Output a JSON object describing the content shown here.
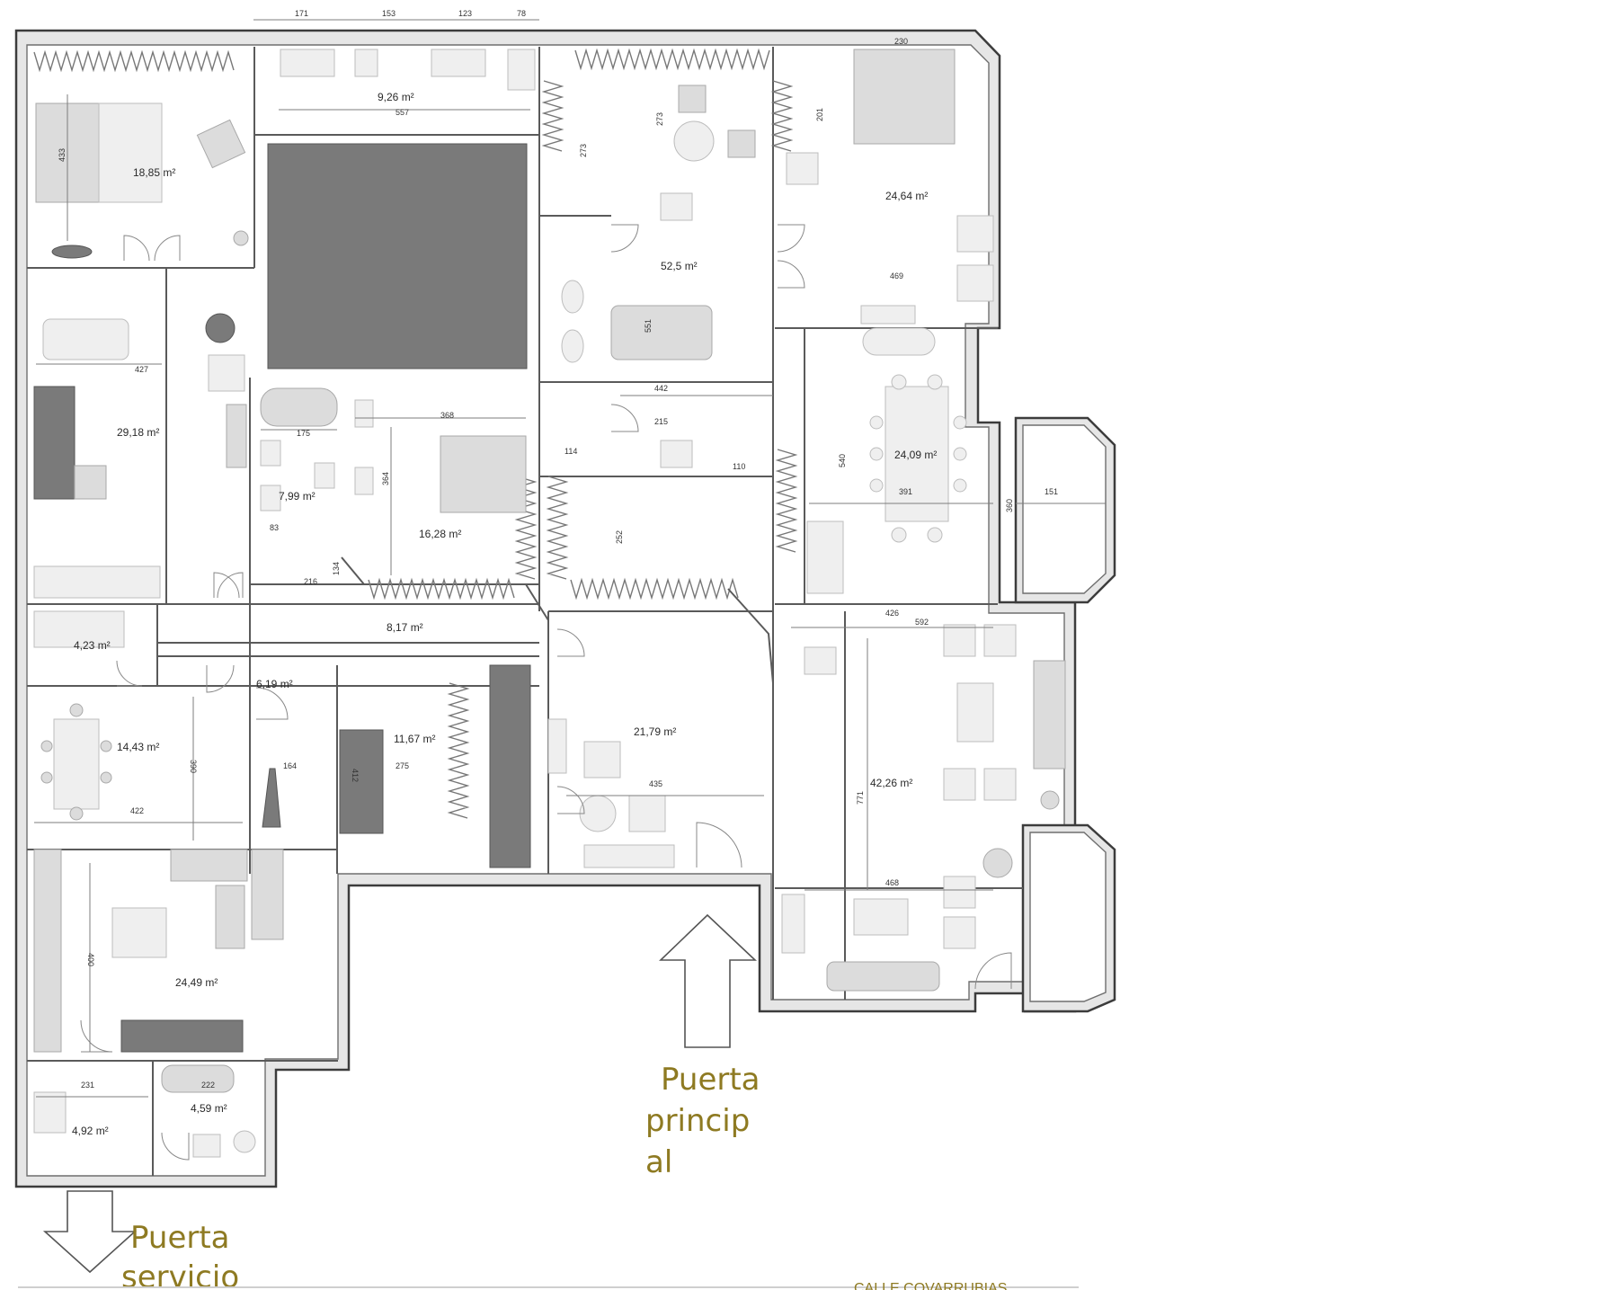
{
  "plan": {
    "areas": {
      "r_18_85": "18,85 m²",
      "r_9_26": "9,26 m²",
      "r_52_5": "52,5 m²",
      "r_24_64": "24,64 m²",
      "r_29_18": "29,18 m²",
      "r_7_99": "7,99 m²",
      "r_16_28": "16,28 m²",
      "r_24_09": "24,09 m²",
      "r_4_23": "4,23 m²",
      "r_8_17": "8,17 m²",
      "r_6_19": "6,19 m²",
      "r_14_43": "14,43 m²",
      "r_11_67": "11,67 m²",
      "r_21_79": "21,79 m²",
      "r_42_26": "42,26 m²",
      "r_24_49": "24,49 m²",
      "r_4_59": "4,59 m²",
      "r_4_92": "4,92 m²"
    },
    "dims": {
      "d171": "171",
      "d153": "153",
      "d123": "123",
      "d78": "78",
      "d230": "230",
      "d557": "557",
      "d433": "433",
      "d273a": "273",
      "d273b": "273",
      "d201": "201",
      "d469": "469",
      "d427": "427",
      "d175": "175",
      "d368": "368",
      "d364": "364",
      "d551": "551",
      "d442": "442",
      "d215": "215",
      "d110": "110",
      "d83": "83",
      "d216": "216",
      "d134": "134",
      "d252": "252",
      "d540": "540",
      "d391": "391",
      "d360": "360",
      "d151": "151",
      "d426": "426",
      "d592": "592",
      "d390": "390",
      "d422": "422",
      "d164": "164",
      "d275": "275",
      "d435": "435",
      "d468": "468",
      "d771": "771",
      "d400": "400",
      "d231": "231",
      "d222": "222",
      "d114": "114",
      "d412": "412"
    },
    "labels": {
      "main_door": [
        "Puerta",
        "princip",
        "al"
      ],
      "service_door": [
        "Puerta",
        "servicio"
      ],
      "street": "CALLE COVARRUBIAS"
    }
  }
}
